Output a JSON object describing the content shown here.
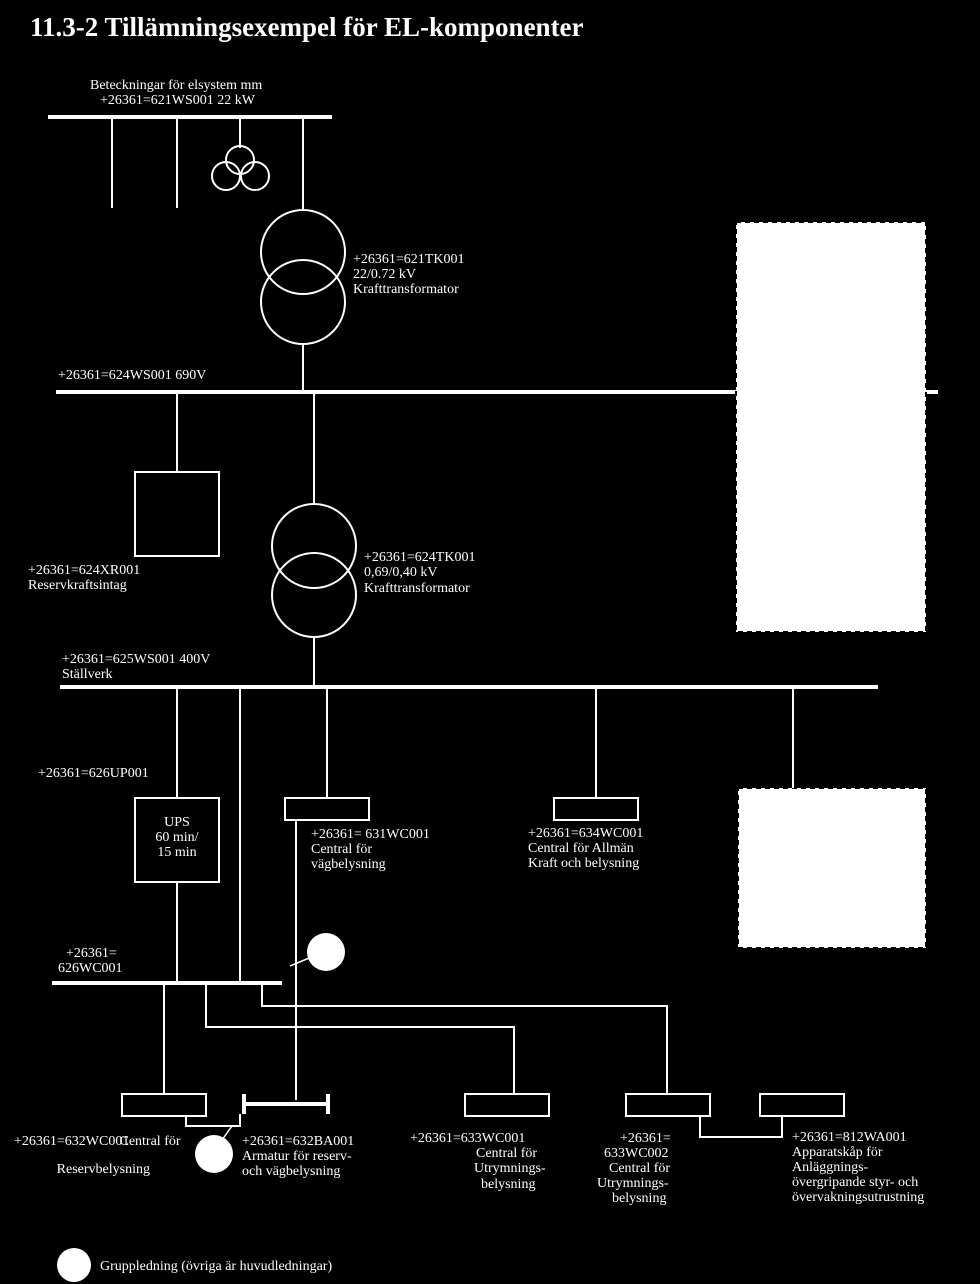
{
  "title": "11.3-2 Tillämningsexempel för EL-komponenter",
  "top_bus": {
    "line1": "Beteckningar för elsystem mm",
    "line2": "+26361=621WS001  22 kW"
  },
  "transformer1": {
    "id": "+26361=621TK001",
    "rating": "22/0.72 kV",
    "desc": "Krafttransformator"
  },
  "bus690": {
    "label": "+26361=624WS001  690V"
  },
  "reserve_intake": {
    "id": "+26361=624XR001",
    "desc": "Reservkraftsintag"
  },
  "transformer2": {
    "id": "+26361=624TK001",
    "rating": "0,69/0,40 kV",
    "desc": "Krafttransformator"
  },
  "bus400": {
    "line1": "+26361=625WS001  400V",
    "line2": "Ställverk"
  },
  "ups": {
    "id": "+26361=626UP001",
    "line1": "UPS",
    "line2": "60 min/",
    "line3": "15 min"
  },
  "c631": {
    "line1": "+26361= 631WC001",
    "line2": "Central för",
    "line3": "vägbelysning"
  },
  "c634": {
    "line1": "+26361=634WC001",
    "line2": "Central för Allmän",
    "line3": "Kraft och belysning"
  },
  "bus626": {
    "line1": "+26361=",
    "line2": "626WC001"
  },
  "c632": {
    "line1": "+26361=632WC001",
    "line2": "Central för",
    "line3": "Reservbelysning"
  },
  "ba632": {
    "line1": "+26361=632BA001",
    "line2": "Armatur för reserv-",
    "line3": "och vägbelysning"
  },
  "c633a": {
    "line1": "+26361=633WC001",
    "line2": "Central för",
    "line3": "Utrymnings-",
    "line4": "belysning"
  },
  "c633b": {
    "line1": "+26361=",
    "line2": "633WC002",
    "line3": "Central för",
    "line4": "Utrymnings-",
    "line5": "belysning"
  },
  "wa812": {
    "line1": "+26361=812WA001",
    "line2": "Apparatskåp för",
    "line3": "Anläggnings-",
    "line4": "övergripande styr- och",
    "line5": "övervakningsutrustning"
  },
  "legend": {
    "text": "Gruppledning (övriga är huvudledningar)"
  }
}
